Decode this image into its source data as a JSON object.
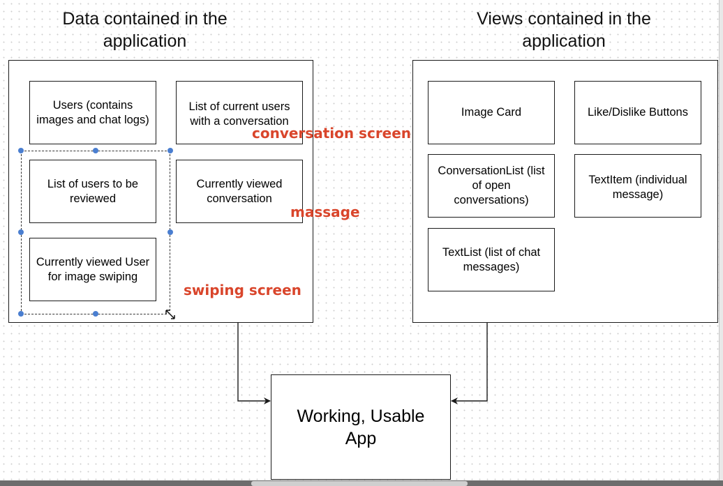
{
  "data_section": {
    "title": "Data contained in the\napplication",
    "boxes": {
      "users": "Users (contains images and chat logs)",
      "current_users": "List of current users with a conversation",
      "users_review": "List of users to be reviewed",
      "viewed_conversation": "Currently viewed conversation",
      "viewed_user": "Currently viewed User for image swiping"
    }
  },
  "views_section": {
    "title": "Views contained in the\napplication",
    "boxes": {
      "image_card": "Image Card",
      "like_dislike": "Like/Dislike Buttons",
      "conversation_list": "ConversationList (list of open conversations)",
      "text_item": "TextItem (individual message)",
      "text_list": "TextList (list of chat messages)"
    }
  },
  "app": {
    "label": "Working, Usable App"
  },
  "annotations": {
    "conversation_screen": "conversation screen",
    "massage": "massage",
    "swiping_screen": "swiping screen"
  },
  "colors": {
    "annotation": "#d9452b",
    "selection_handle": "#4a7ed0",
    "line": "#1a1a1a"
  }
}
